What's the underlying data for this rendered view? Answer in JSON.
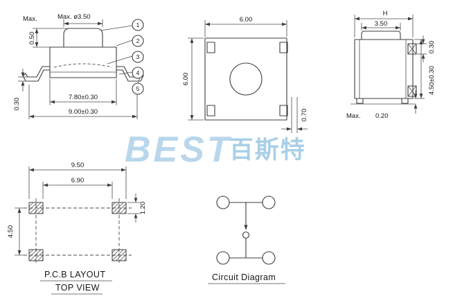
{
  "watermark": {
    "latin": "BEST",
    "cjk": "百斯特"
  },
  "front_view": {
    "dim_button_dia": "Max. ø3.50",
    "dim_button_height_prefix": "Max.",
    "dim_button_height": "0.50",
    "dim_lead_thickness": "0.30",
    "dim_base_width": "7.80±0.30",
    "dim_overall_width": "9.00±0.30",
    "callouts": [
      "1",
      "2",
      "3",
      "4",
      "5"
    ]
  },
  "top_view": {
    "dim_width": "6.00",
    "dim_depth": "6.00",
    "dim_lead_width": "0.70"
  },
  "side_view": {
    "dim_height_ref": "H",
    "dim_button_width": "3.50",
    "dim_tab_thickness": "0.30",
    "dim_body_height": "4.50±0.30",
    "dim_standoff_prefix": "Max.",
    "dim_standoff": "0.20"
  },
  "pcb_layout": {
    "dim_pad_span_outer": "9.50",
    "dim_pad_span_inner": "6.90",
    "dim_pad_height": "1.20",
    "dim_row_pitch": "4.50",
    "title": "P.C.B LAYOUT",
    "subtitle": "TOP VIEW"
  },
  "circuit_diagram": {
    "title": "Circuit Diagram"
  }
}
